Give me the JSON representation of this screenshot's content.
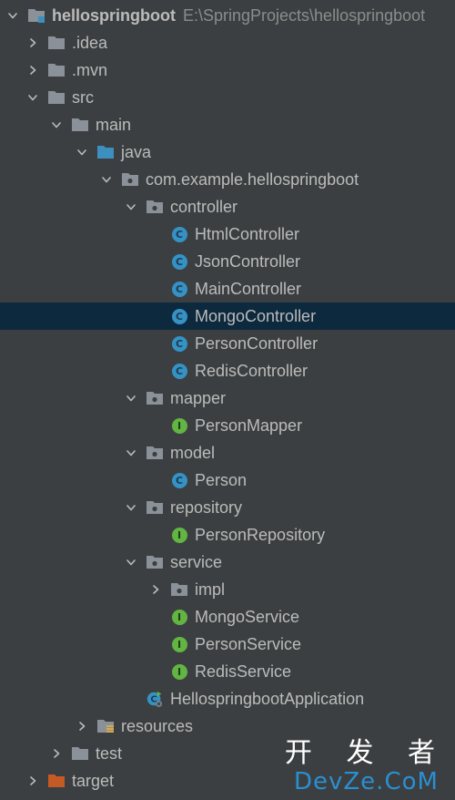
{
  "project_tree": {
    "root": {
      "label": "hellospringboot",
      "path": "E:\\SpringProjects\\hellospringboot"
    },
    "nodes": [
      {
        "label": ".idea"
      },
      {
        "label": ".mvn"
      },
      {
        "label": "src"
      },
      {
        "label": "main"
      },
      {
        "label": "java"
      },
      {
        "label": "com.example.hellospringboot"
      },
      {
        "label": "controller"
      },
      {
        "label": "HtmlController"
      },
      {
        "label": "JsonController"
      },
      {
        "label": "MainController"
      },
      {
        "label": "MongoController"
      },
      {
        "label": "PersonController"
      },
      {
        "label": "RedisController"
      },
      {
        "label": "mapper"
      },
      {
        "label": "PersonMapper"
      },
      {
        "label": "model"
      },
      {
        "label": "Person"
      },
      {
        "label": "repository"
      },
      {
        "label": "PersonRepository"
      },
      {
        "label": "service"
      },
      {
        "label": "impl"
      },
      {
        "label": "MongoService"
      },
      {
        "label": "PersonService"
      },
      {
        "label": "RedisService"
      },
      {
        "label": "HellospringbootApplication"
      },
      {
        "label": "resources"
      },
      {
        "label": "test"
      },
      {
        "label": "target"
      }
    ],
    "selected": "MongoController"
  },
  "badges": {
    "class": "C",
    "interface": "I"
  },
  "watermark": {
    "line1": "开 发 者",
    "line2": "DevZe.CoM"
  },
  "colors": {
    "background": "#3c3f41",
    "selection": "#0d293e",
    "text": "#bbbbbb",
    "folder": "#8a9199",
    "source_folder": "#3d8fbf",
    "excluded_folder": "#c55a24",
    "class_badge": "#3592c4",
    "interface_badge": "#62b543",
    "watermark_blue": "#2a8fd1"
  }
}
